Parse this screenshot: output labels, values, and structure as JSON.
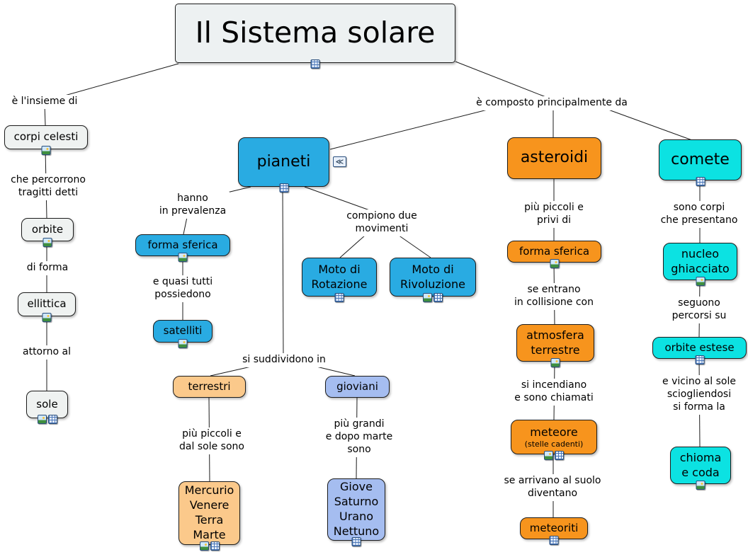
{
  "colors": {
    "blue": "#29abe2",
    "orange": "#f7941d",
    "cyan": "#0ce2e2",
    "peach": "#fbc98b",
    "periwinkle": "#a5bdf0",
    "node_gray": "#eff2f1",
    "title_bg": "#edf1f2",
    "line": "#1b1b1b"
  },
  "icons": {
    "table": "▦",
    "image": "▨",
    "collapse": "≪"
  },
  "nodes": {
    "title": "Il Sistema solare",
    "corpi_celesti": "corpi celesti",
    "orbite": "orbite",
    "ellittica": "ellittica",
    "sole": "sole",
    "pianeti": "pianeti",
    "asteroidi": "asteroidi",
    "comete": "comete",
    "forma_sferica_pianeti": "forma sferica",
    "satelliti": "satelliti",
    "moto_rotazione": "Moto di\nRotazione",
    "moto_rivoluzione": "Moto di\nRivoluzione",
    "terrestri": "terrestri",
    "gioviani": "gioviani",
    "pianeti_terrestri_list": "Mercurio\nVenere\nTerra\nMarte",
    "pianeti_gioviani_list": "Giove\nSaturno\nUrano\nNettuno",
    "forma_sferica_asteroidi": "forma sferica",
    "atmosfera_terrestre": "atmosfera\nterrestre",
    "meteore": "meteore",
    "meteore_sub": "(stelle cadenti)",
    "meteoriti": "meteoriti",
    "nucleo_ghiacciato": "nucleo\nghiacciato",
    "orbite_estese": "orbite estese",
    "chioma_e_coda": "chioma\ne coda"
  },
  "links": {
    "insieme_di": "è l'insieme di",
    "percorrono": "che percorrono\ntragitti detti",
    "di_forma": "di forma",
    "attorno_al": "attorno al",
    "composto_da": "è composto principalmente da",
    "hanno_prevalenza": "hanno\nin prevalenza",
    "quasi_tutti": "e quasi tutti\npossiedono",
    "compiono": "compiono due\nmovimenti",
    "suddividono": "si suddividono in",
    "piu_piccoli_sole": "più piccoli e\ndal sole sono",
    "piu_grandi": "più grandi\ne dopo marte\nsono",
    "piu_piccoli_privi": "più piccoli e\nprivi di",
    "se_entrano": "se entrano\nin collisione con",
    "si_incendiano": "si incendiano\ne sono chiamati",
    "se_arrivano": "se arrivano al suolo\ndiventano",
    "sono_corpi": "sono corpi\nche presentano",
    "seguono": "seguono\npercorsi su",
    "vicino_sole": "e vicino al sole\nsciogliendosi\nsi forma la"
  }
}
